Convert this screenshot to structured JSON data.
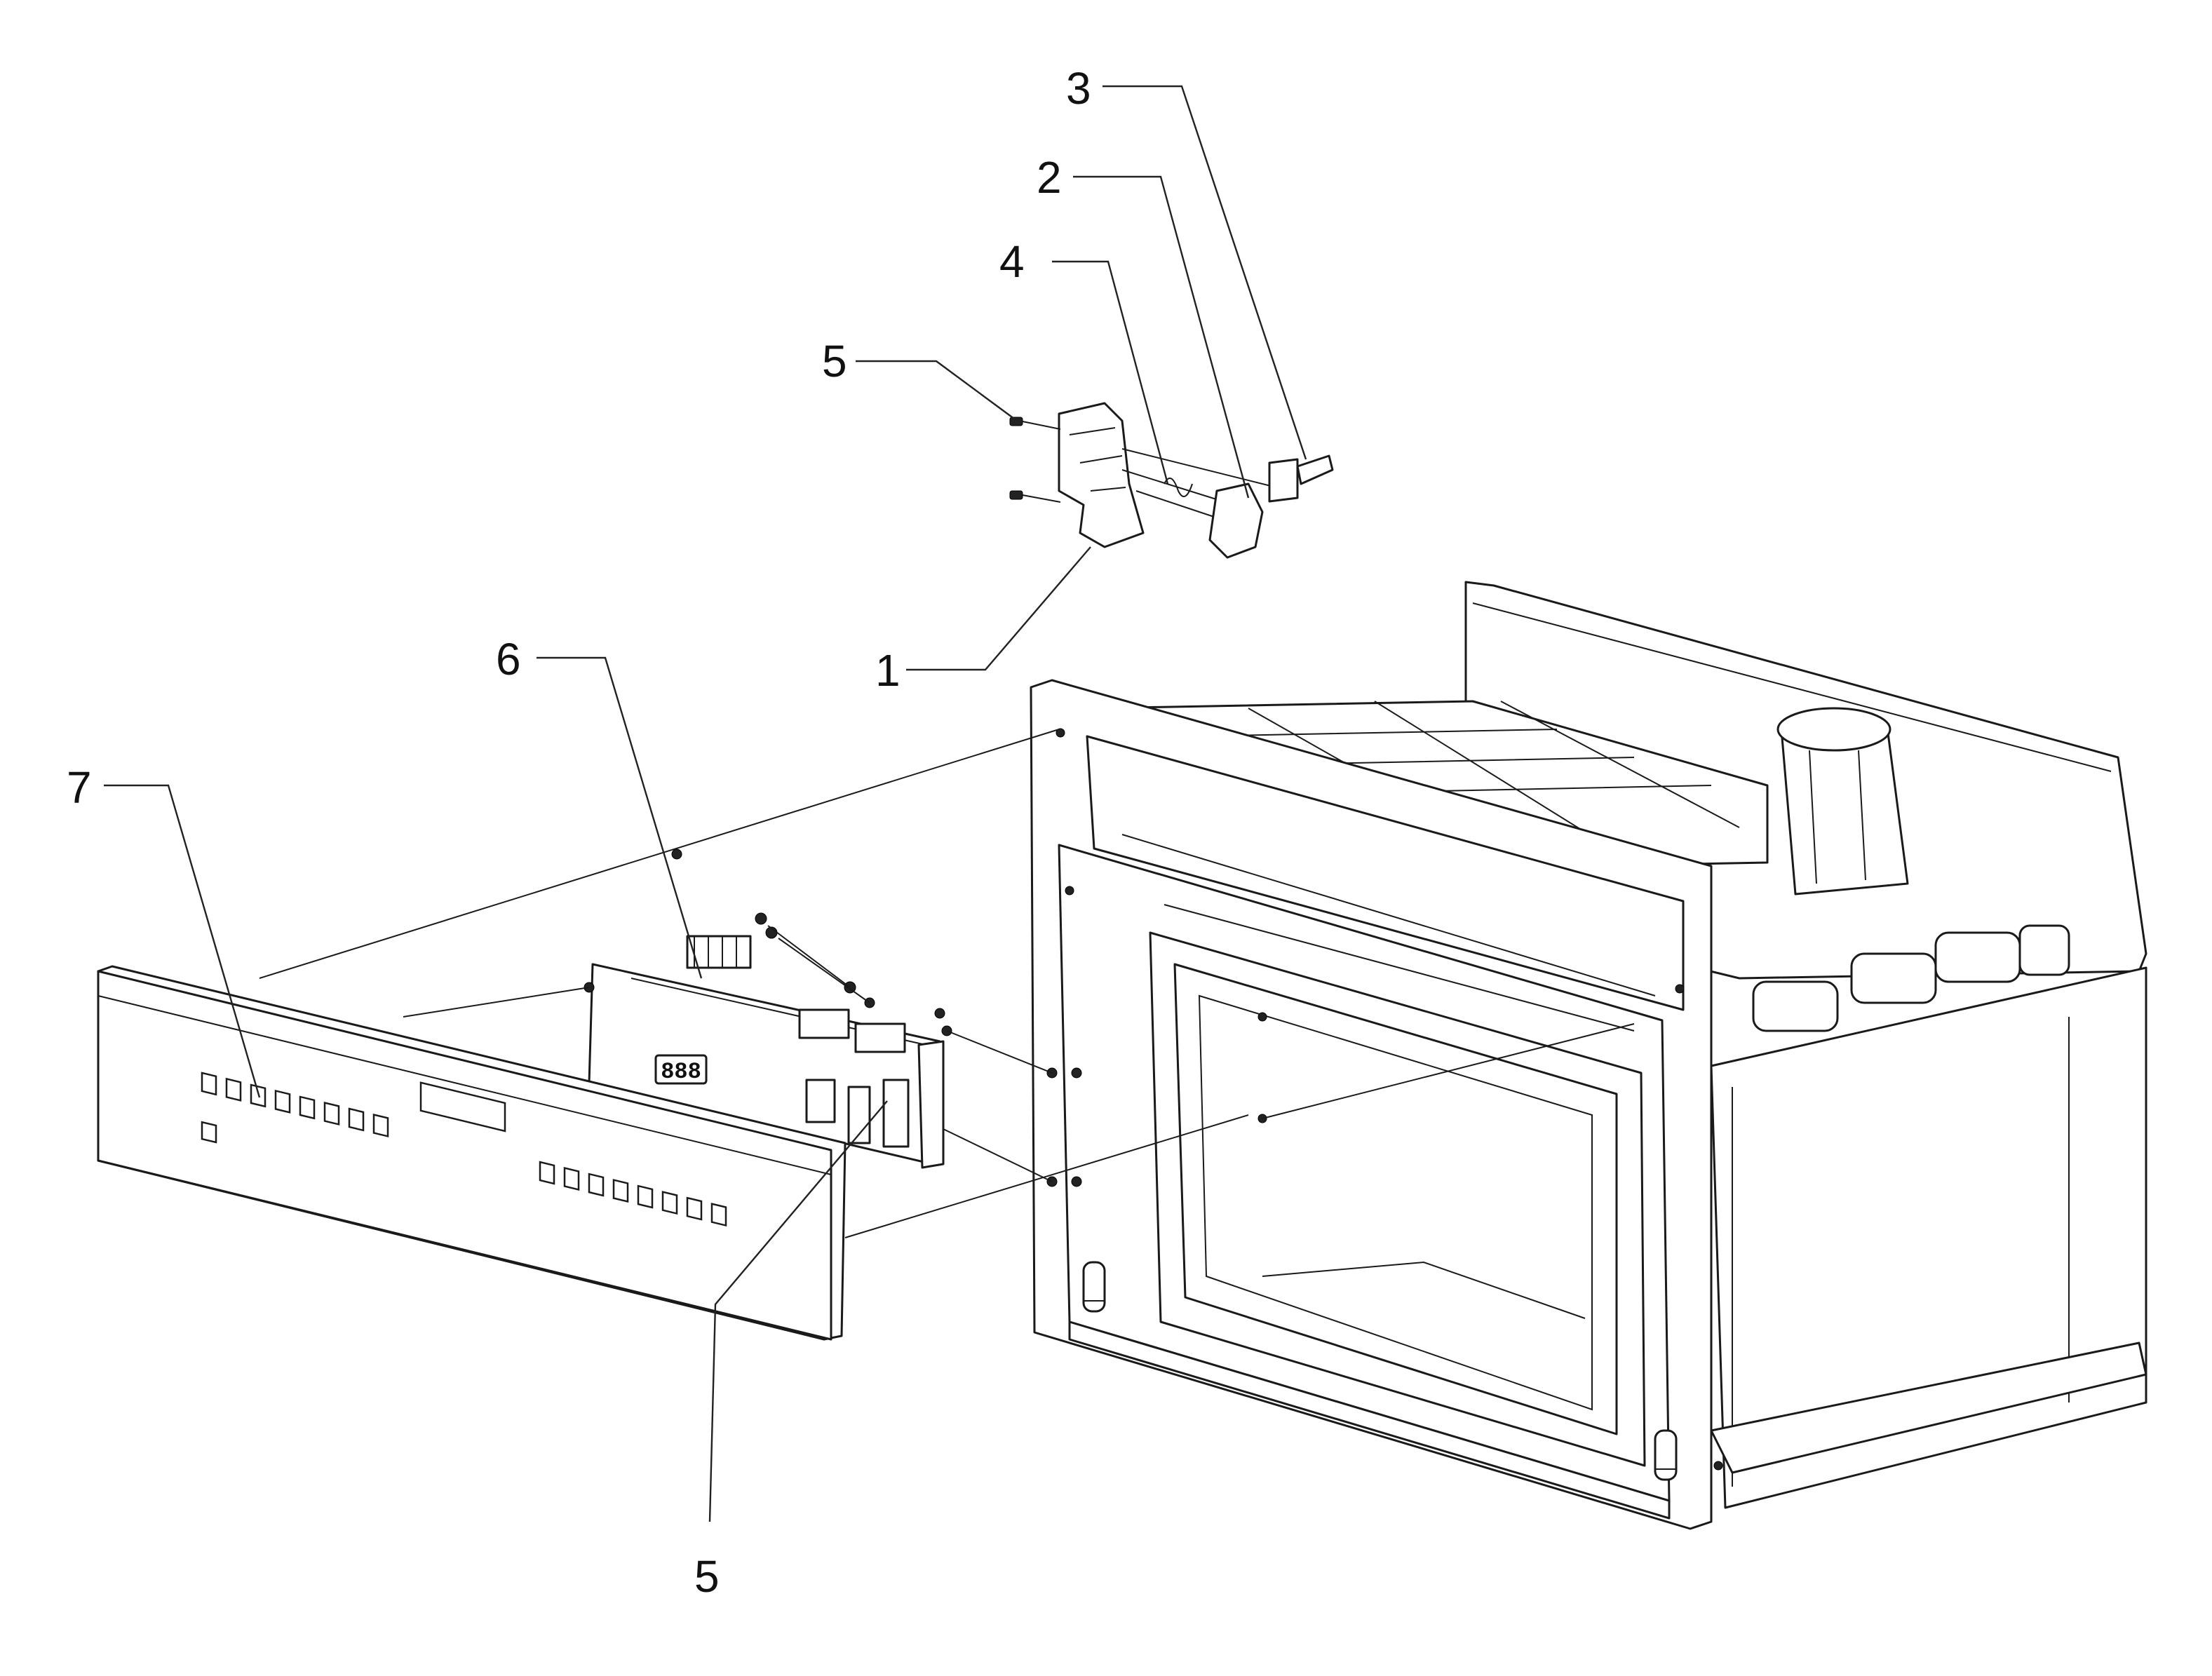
{
  "callouts": [
    {
      "id": "1",
      "label": "1"
    },
    {
      "id": "2",
      "label": "2"
    },
    {
      "id": "3",
      "label": "3"
    },
    {
      "id": "4",
      "label": "4"
    },
    {
      "id": "5a",
      "label": "5"
    },
    {
      "id": "5b",
      "label": "5"
    },
    {
      "id": "6",
      "label": "6"
    },
    {
      "id": "7",
      "label": "7"
    }
  ],
  "display_readout": "888"
}
